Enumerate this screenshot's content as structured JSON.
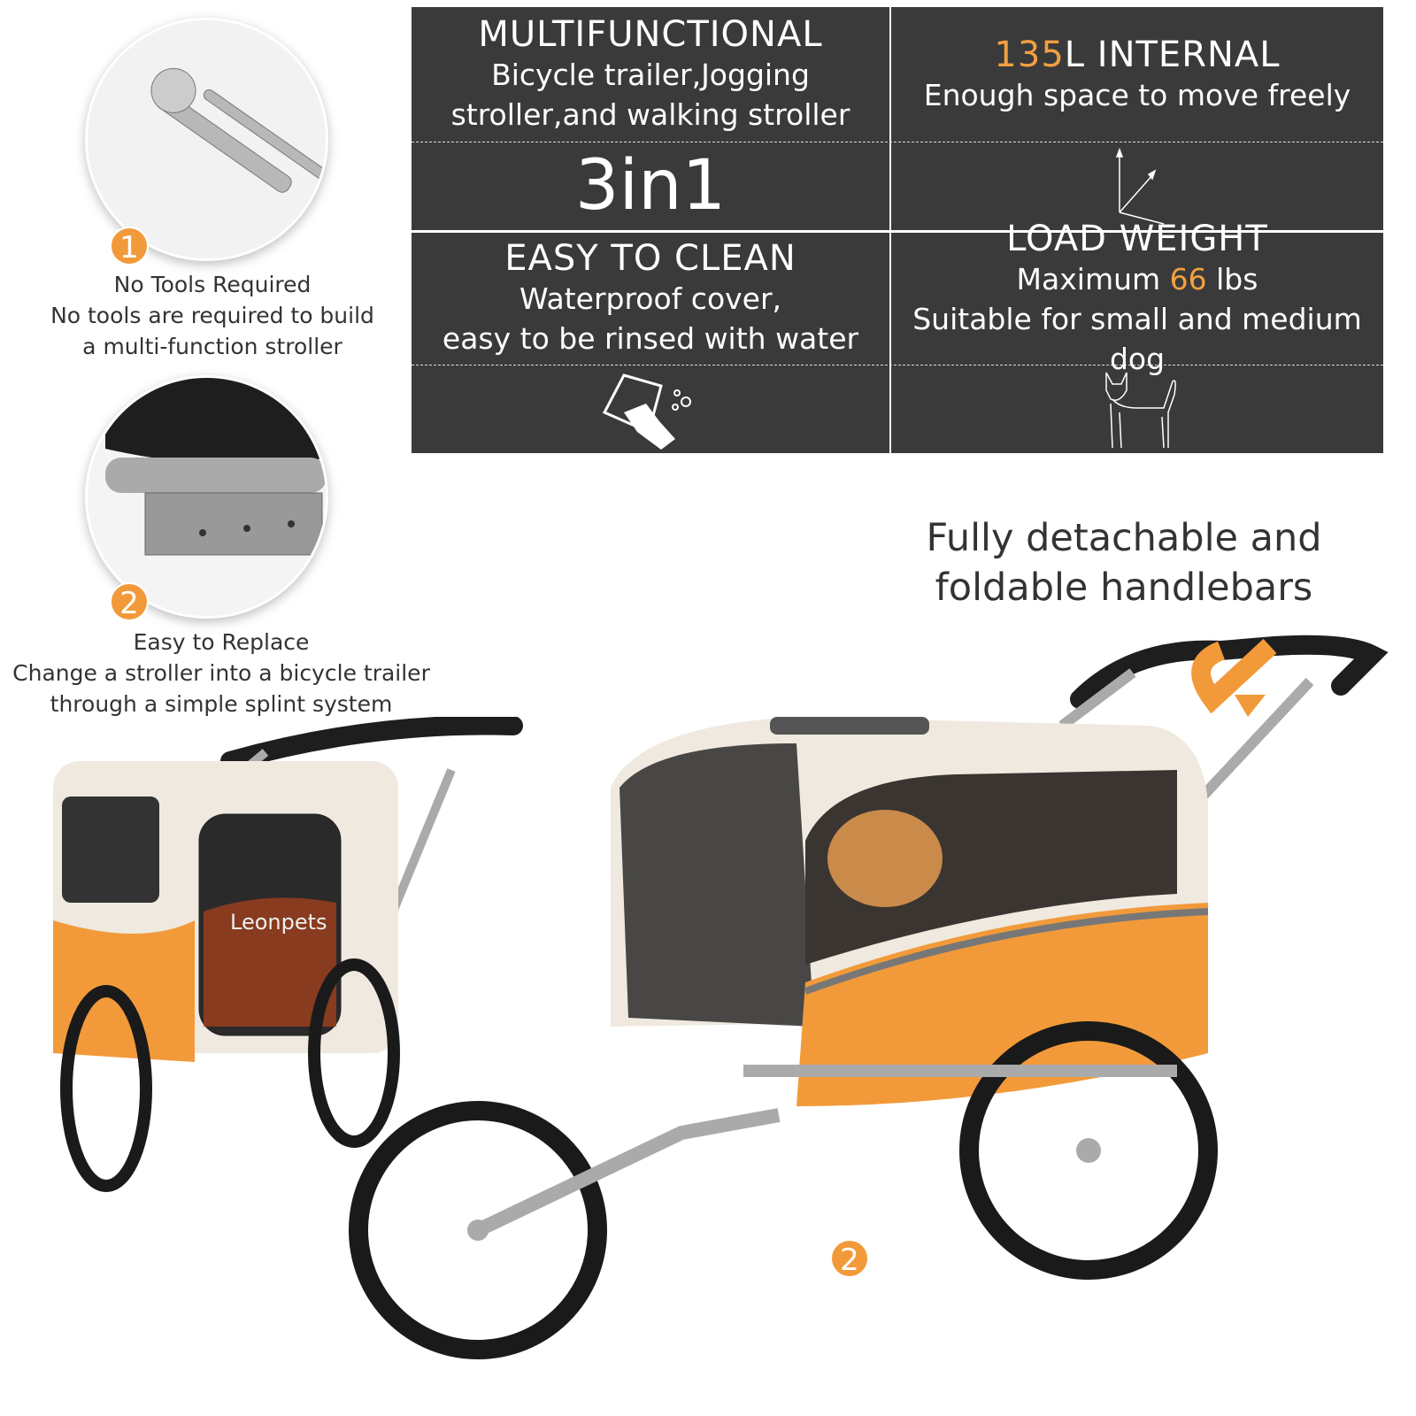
{
  "panel": {
    "multifunctional": {
      "title": "MULTIFUNCTIONAL",
      "line1": "Bicycle trailer,Jogging",
      "line2": "stroller,and walking stroller",
      "big": "3in1"
    },
    "internal": {
      "number": "135",
      "title_rest": "L INTERNAL",
      "line1": "Enough space to move freely"
    },
    "clean": {
      "title": "EASY TO CLEAN",
      "line1": "Waterproof cover,",
      "line2": "easy to be rinsed with water"
    },
    "load": {
      "title": "LOAD WEIGHT",
      "prefix": "Maximum ",
      "number": "66",
      "suffix": " lbs",
      "line2": "Suitable for small and medium dog"
    }
  },
  "features": [
    {
      "badge": "1",
      "title": "No Tools Required",
      "line1": "No tools are required to build",
      "line2": "a multi-function stroller"
    },
    {
      "badge": "2",
      "title": "Easy to Replace",
      "line1": "Change a stroller into a bicycle trailer",
      "line2": "through a simple splint system"
    }
  ],
  "handlebar_caption": {
    "line1": "Fully detachable and",
    "line2": "foldable handlebars"
  },
  "brand_label": "Leonpets",
  "bottom_badge": "2",
  "colors": {
    "panel": "#3a3a3a",
    "accent": "#f29a3a"
  }
}
